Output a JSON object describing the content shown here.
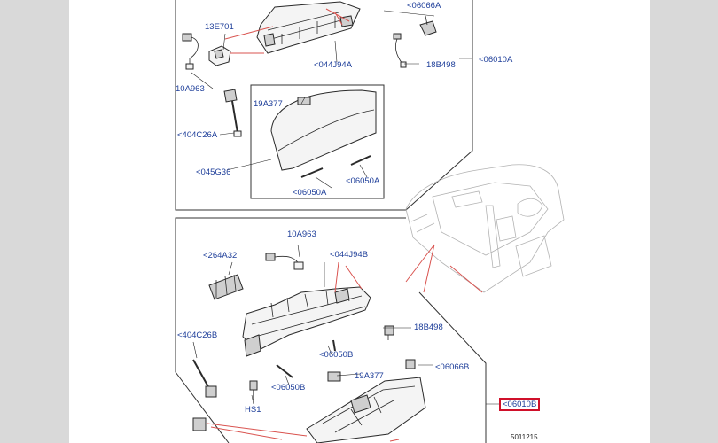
{
  "colors": {
    "label": "#1f3f9a",
    "highlight": "#d0102a",
    "leader_red": "#d9534f"
  },
  "upper_group": {
    "labels": {
      "a": "<06066A",
      "b": "13E701",
      "c": "<06010A",
      "d": "<044J94A",
      "e": "18B498",
      "f": "10A963",
      "g": "19A377",
      "h": "<404C26A",
      "i": "<045G36",
      "j": "<06050A",
      "k": "<06050A"
    }
  },
  "lower_group": {
    "labels": {
      "a": "10A963",
      "b": "<264A32",
      "c": "<044J94B",
      "d": "<404C26B",
      "e": "18B498",
      "f": "<06050B",
      "g": "<06066B",
      "h": "<06050B",
      "i": "19A377",
      "j": "HS1",
      "k": "<06010B"
    }
  },
  "drawing_ref": "5011215"
}
